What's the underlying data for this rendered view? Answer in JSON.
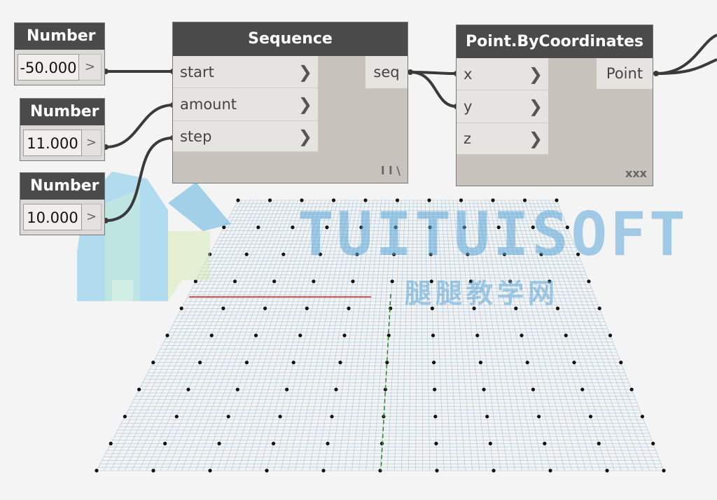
{
  "number_nodes": [
    {
      "title": "Number",
      "value": "-50.000",
      "arrow": ">"
    },
    {
      "title": "Number",
      "value": "11.000",
      "arrow": ">"
    },
    {
      "title": "Number",
      "value": "10.000",
      "arrow": ">"
    }
  ],
  "sequence_node": {
    "title": "Sequence",
    "inputs": [
      "start",
      "amount",
      "step"
    ],
    "output": "seq",
    "lacing": "l l \\"
  },
  "point_node": {
    "title": "Point.ByCoordinates",
    "inputs": [
      "x",
      "y",
      "z"
    ],
    "output": "Point",
    "lacing": "xxx"
  },
  "port_chevron": "❯",
  "watermark": {
    "brand": "TUITUISOFT",
    "subtitle": "腿腿教学网"
  },
  "colors": {
    "node_header": "#4a4a4a",
    "wire": "#3a3a3a",
    "grid_line": "#a9c6d8",
    "point": "#111111",
    "x_axis": "#cc2222",
    "y_axis": "#2a8a2a"
  }
}
